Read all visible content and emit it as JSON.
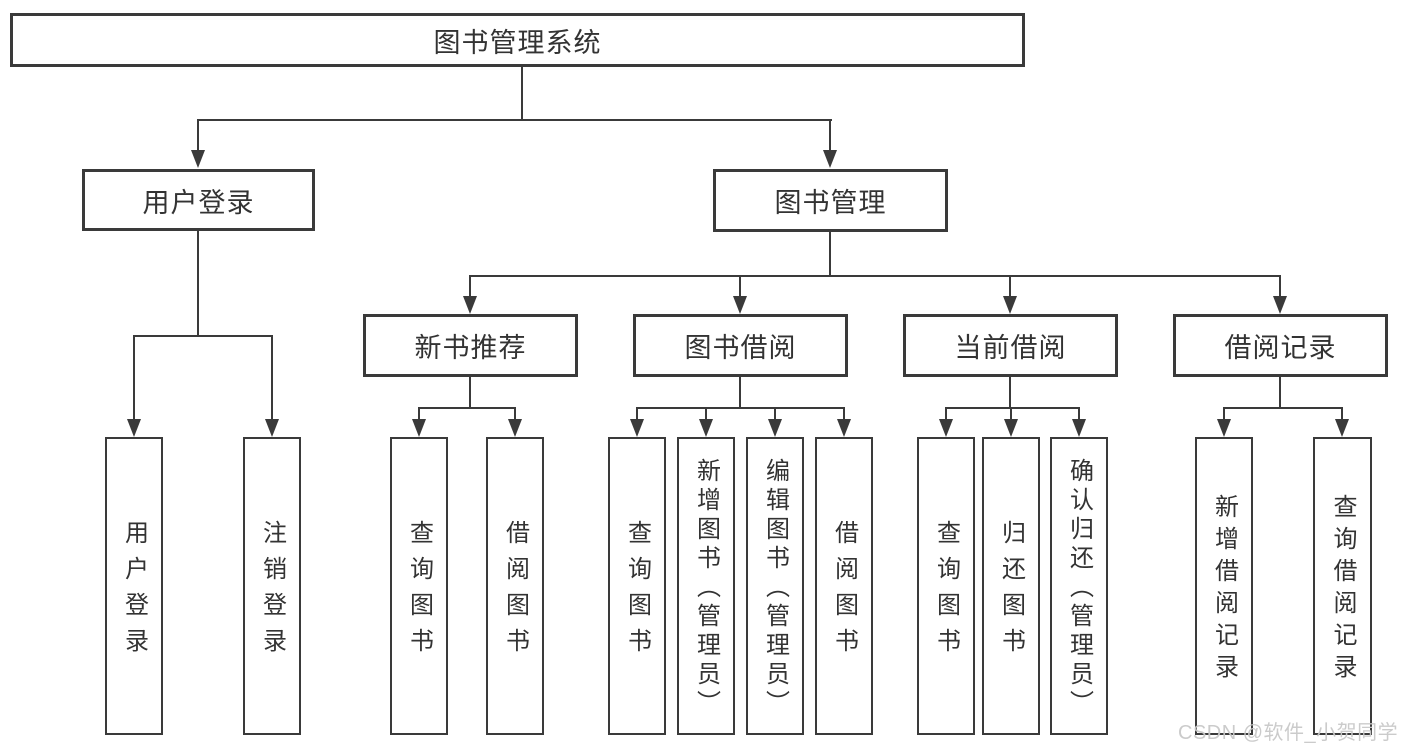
{
  "diagram": {
    "title": "图书管理系统",
    "level2": [
      {
        "label": "用户登录"
      },
      {
        "label": "图书管理"
      }
    ],
    "level3": [
      {
        "label": "新书推荐",
        "parent": "图书管理"
      },
      {
        "label": "图书借阅",
        "parent": "图书管理"
      },
      {
        "label": "当前借阅",
        "parent": "图书管理"
      },
      {
        "label": "借阅记录",
        "parent": "图书管理"
      }
    ],
    "leaves": [
      {
        "label": "用户登录",
        "parent": "用户登录"
      },
      {
        "label": "注销登录",
        "parent": "用户登录"
      },
      {
        "label": "查询图书",
        "parent": "新书推荐"
      },
      {
        "label": "借阅图书",
        "parent": "新书推荐"
      },
      {
        "label": "查询图书",
        "parent": "图书借阅"
      },
      {
        "label": "新增图书（管理员）",
        "parent": "图书借阅"
      },
      {
        "label": "编辑图书（管理员）",
        "parent": "图书借阅"
      },
      {
        "label": "借阅图书",
        "parent": "图书借阅"
      },
      {
        "label": "查询图书",
        "parent": "当前借阅"
      },
      {
        "label": "归还图书",
        "parent": "当前借阅"
      },
      {
        "label": "确认归还（管理员）",
        "parent": "当前借阅"
      },
      {
        "label": "新增借阅记录",
        "parent": "借阅记录"
      },
      {
        "label": "查询借阅记录",
        "parent": "借阅记录"
      }
    ],
    "colors": {
      "line": "#3a3a3a",
      "text": "#333333",
      "background": "#ffffff",
      "watermark": "#c9c9c9"
    }
  },
  "watermark": {
    "text": "CSDN @软件_小贺同学"
  }
}
